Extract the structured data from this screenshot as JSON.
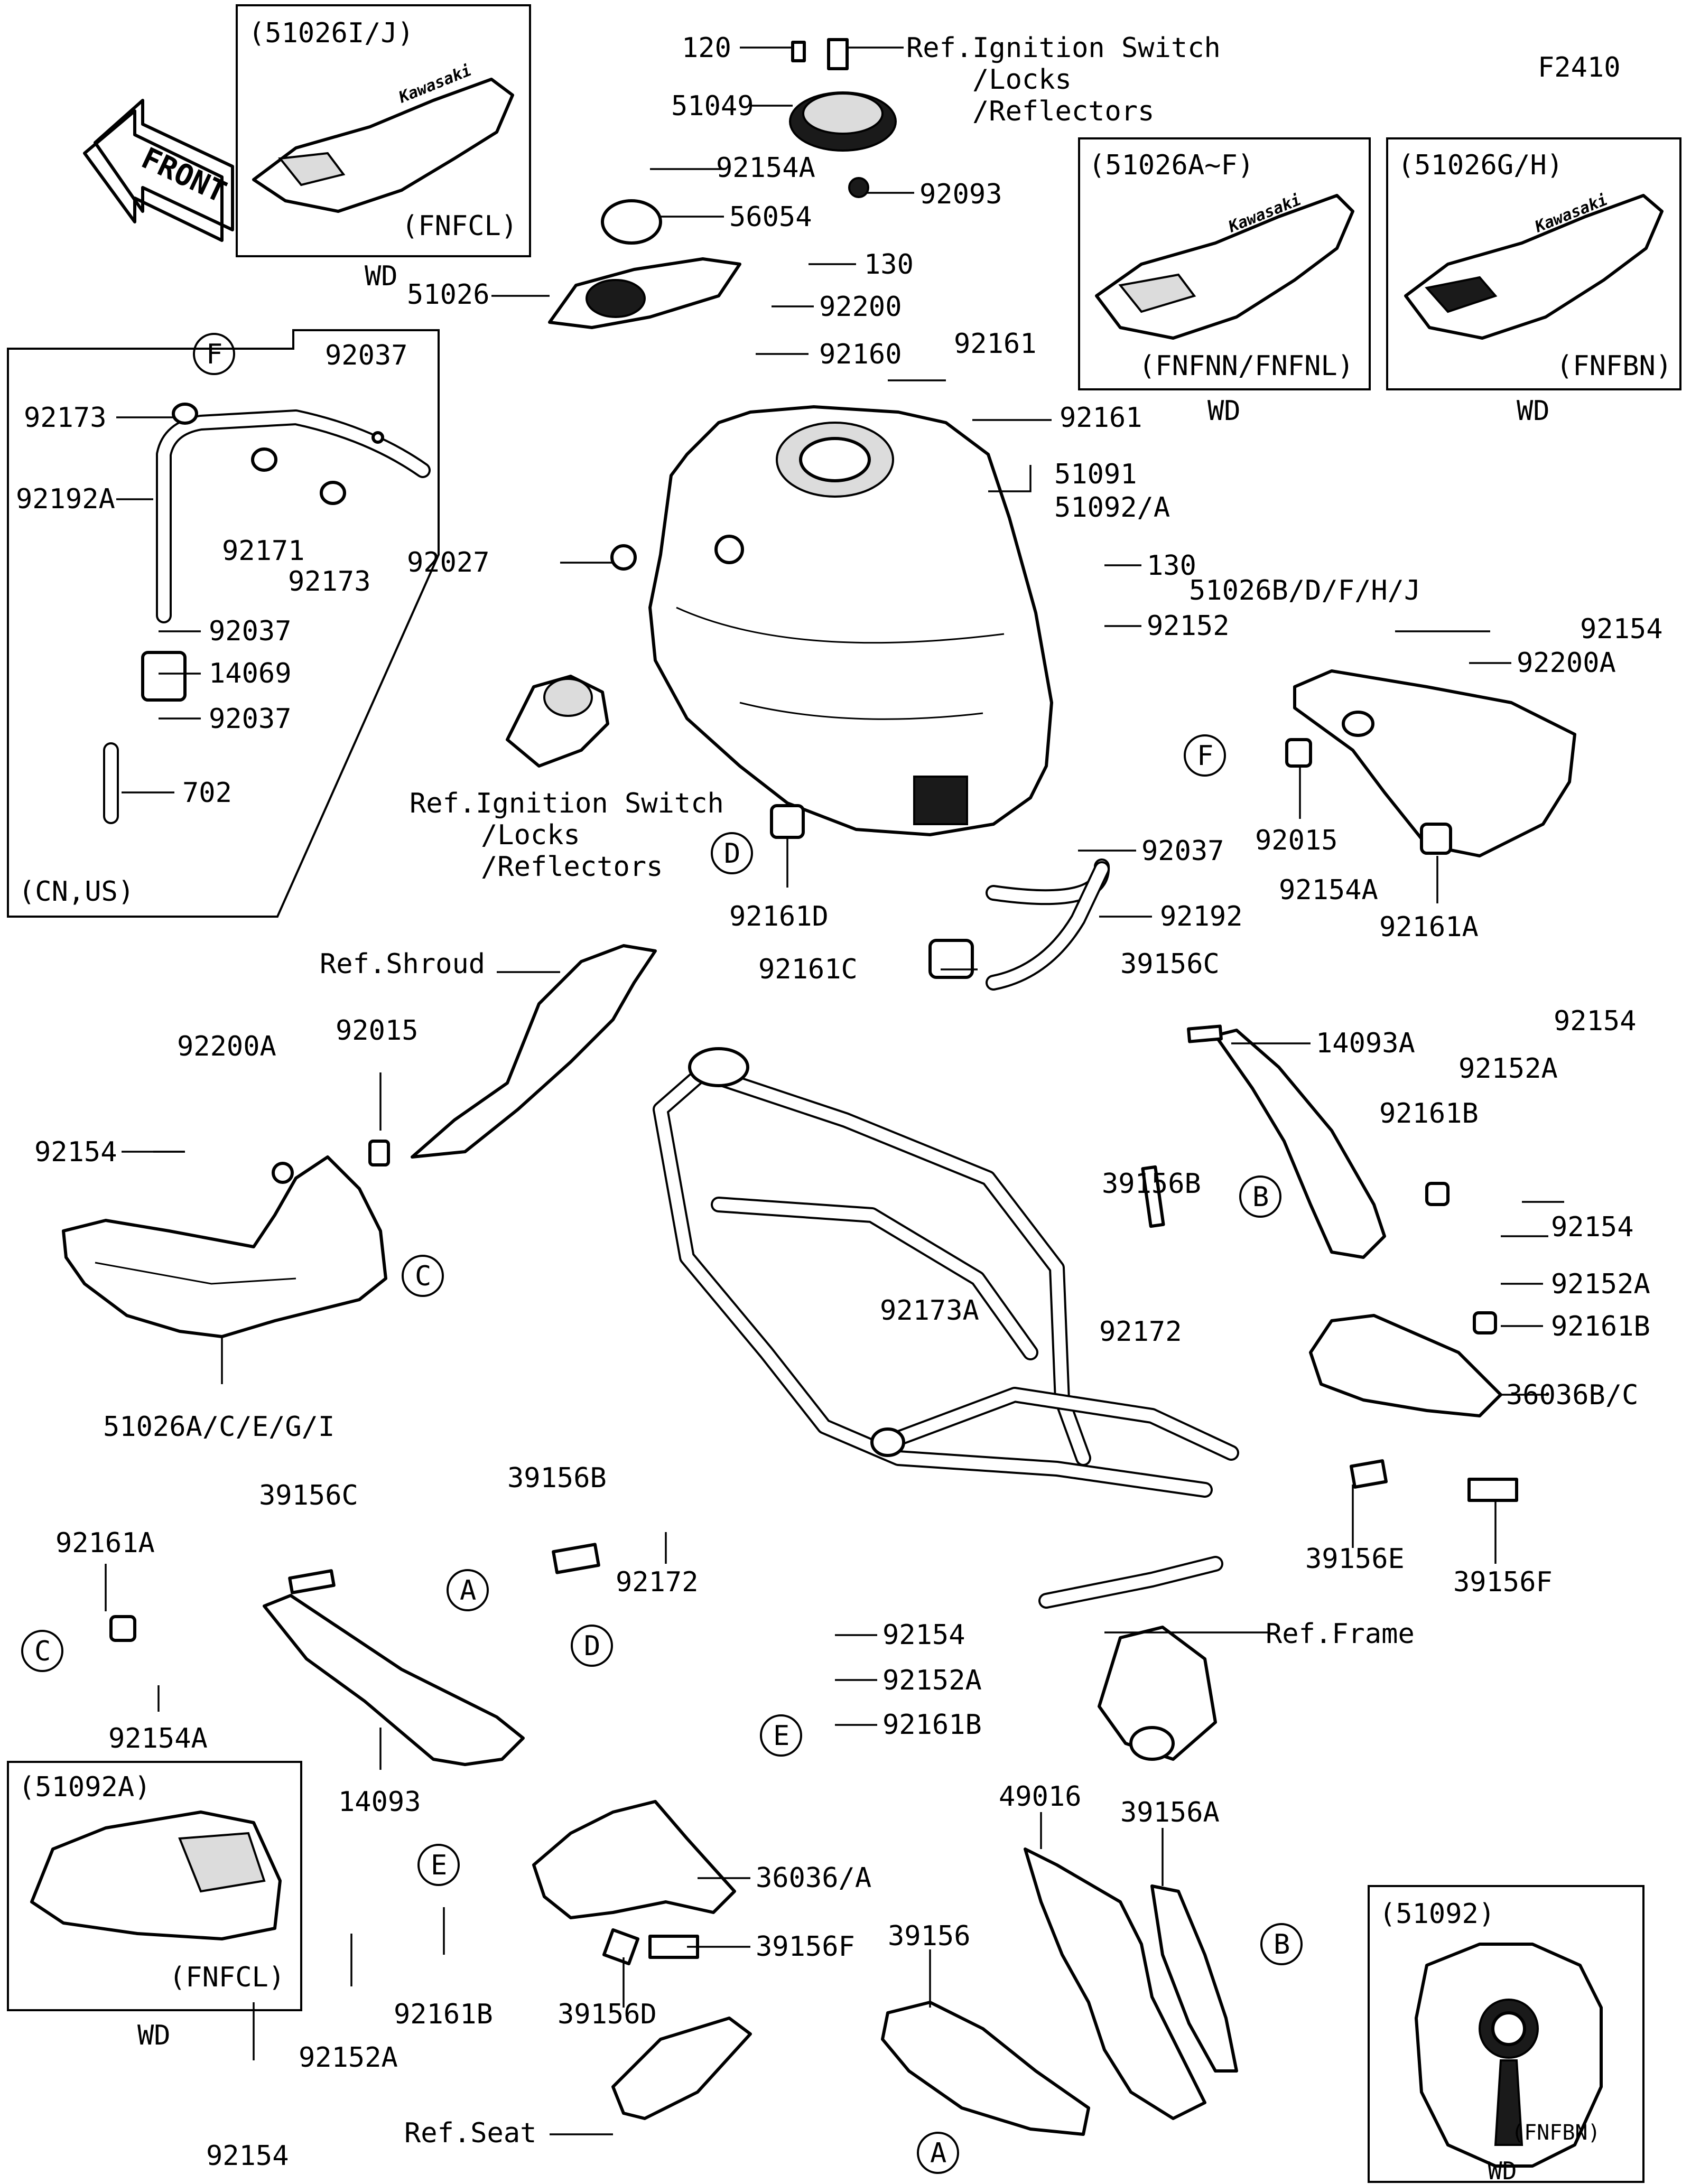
{
  "figure_code": "F2410",
  "front_arrow": "FRONT",
  "variant_boxes": {
    "box1": {
      "title": "(51026I/J)",
      "code": "(FNFCL)",
      "caption": "WD",
      "logo": "Kawasaki"
    },
    "box2": {
      "title": "(51026A~F)",
      "code": "(FNFNN/FNFNL)",
      "caption": "WD",
      "logo": "Kawasaki"
    },
    "box3": {
      "title": "(51026G/H)",
      "code": "(FNFBN)",
      "caption": "WD",
      "logo": "Kawasaki"
    },
    "box4": {
      "title": "(51092A)",
      "code": "(FNFCL)",
      "caption": "WD"
    },
    "box5": {
      "title": "(51092)",
      "code": "(FNFBN)",
      "caption": "WD"
    },
    "box6": {
      "code": "(CN,US)"
    }
  },
  "callouts": {
    "A": "A",
    "B": "B",
    "C": "C",
    "D": "D",
    "E": "E",
    "F": "F"
  },
  "refs": {
    "ignition_top_1": "Ref.Ignition Switch",
    "ignition_top_2": "/Locks",
    "ignition_top_3": "/Reflectors",
    "ignition_mid_1": "Ref.Ignition Switch",
    "ignition_mid_2": "/Locks",
    "ignition_mid_3": "/Reflectors",
    "shroud": "Ref.Shroud",
    "frame": "Ref.Frame",
    "seat": "Ref.Seat"
  },
  "labels": {
    "p120": "120",
    "p51049": "51049",
    "p92154a_top": "92154A",
    "p92093": "92093",
    "p56054": "56054",
    "p51026": "51026",
    "p130_top": "130",
    "p92200": "92200",
    "p92160": "92160",
    "p92161_a": "92161",
    "p92161_b": "92161",
    "p51091": "51091",
    "p51092a": "51092/A",
    "p92037_top": "92037",
    "p92173_a": "92173",
    "p92192a": "92192A",
    "p92171": "92171",
    "p92173_b": "92173",
    "p92037_mid": "92037",
    "p14069": "14069",
    "p92037_low": "92037",
    "p702": "702",
    "p92027": "92027",
    "p130_mid": "130",
    "p92152_mid": "92152",
    "p51026bdfhj": "51026B/D/F/H/J",
    "p92154_r": "92154",
    "p92200a_r": "92200A",
    "p92015_r": "92015",
    "p92161a_r": "92161A",
    "p92161d": "92161D",
    "p92037_tank": "92037",
    "p92192": "92192",
    "p92161c": "92161C",
    "p92154a_r": "92154A",
    "p39156c_r": "39156C",
    "p14093a": "14093A",
    "p92154_r2": "92154",
    "p92152a_r": "92152A",
    "p92161b_r": "92161B",
    "p39156b_r": "39156B",
    "p92154_r3": "92154",
    "p92152a_r2": "92152A",
    "p92172_r": "92172",
    "p92161b_r2": "92161B",
    "p36036bc": "36036B/C",
    "p39156e": "39156E",
    "p39156f_r": "39156F",
    "p92200a_l": "92200A",
    "p92015_l": "92015",
    "p92154_l": "92154",
    "p51026acegi": "51026A/C/E/G/I",
    "p92173a": "92173A",
    "p39156c_l": "39156C",
    "p39156b_l": "39156B",
    "p92161a_l": "92161A",
    "p92172_l": "92172",
    "p92154a_l": "92154A",
    "p14093": "14093",
    "p92154_c": "92154",
    "p92152a_c": "92152A",
    "p92161b_c": "92161B",
    "p49016": "49016",
    "p39156a": "39156A",
    "p36036a": "36036/A",
    "p39156f_l": "39156F",
    "p39156": "39156",
    "p39156d": "39156D",
    "p92161b_l": "92161B",
    "p92152a_l": "92152A",
    "p92154_bl": "92154"
  }
}
